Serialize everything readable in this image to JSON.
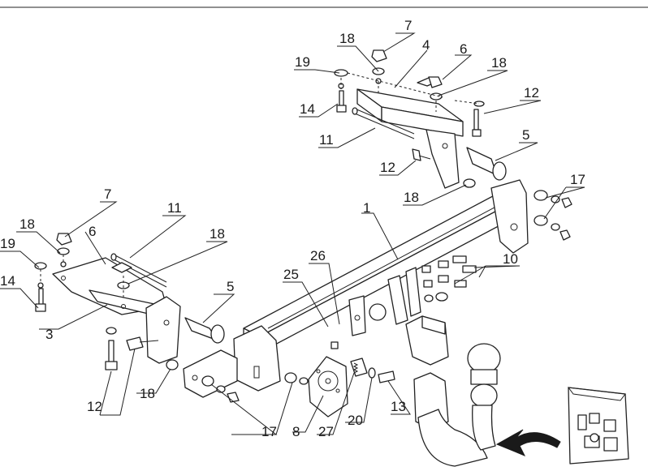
{
  "callouts": {
    "p1": "1",
    "p3": "3",
    "p4": "4",
    "p5_top": "5",
    "p5_mid": "5",
    "p6_top": "6",
    "p6_left": "6",
    "p7_top": "7",
    "p7_left": "7",
    "p8": "8",
    "p10": "10",
    "p11_top": "11",
    "p11_left": "11",
    "p12_top_right": "12",
    "p12_top_mid": "12",
    "p12_bottom": "12",
    "p13": "13",
    "p14_top": "14",
    "p14_left": "14",
    "p17_right": "17",
    "p17_bottom": "17",
    "p18_top": "18",
    "p18_top_right": "18",
    "p18_mid": "18",
    "p18_left": "18",
    "p18_left_mid": "18",
    "p18_bottom": "18",
    "p19_top": "19",
    "p19_left": "19",
    "p20": "20",
    "p25": "25",
    "p26": "26",
    "p27": "27"
  }
}
